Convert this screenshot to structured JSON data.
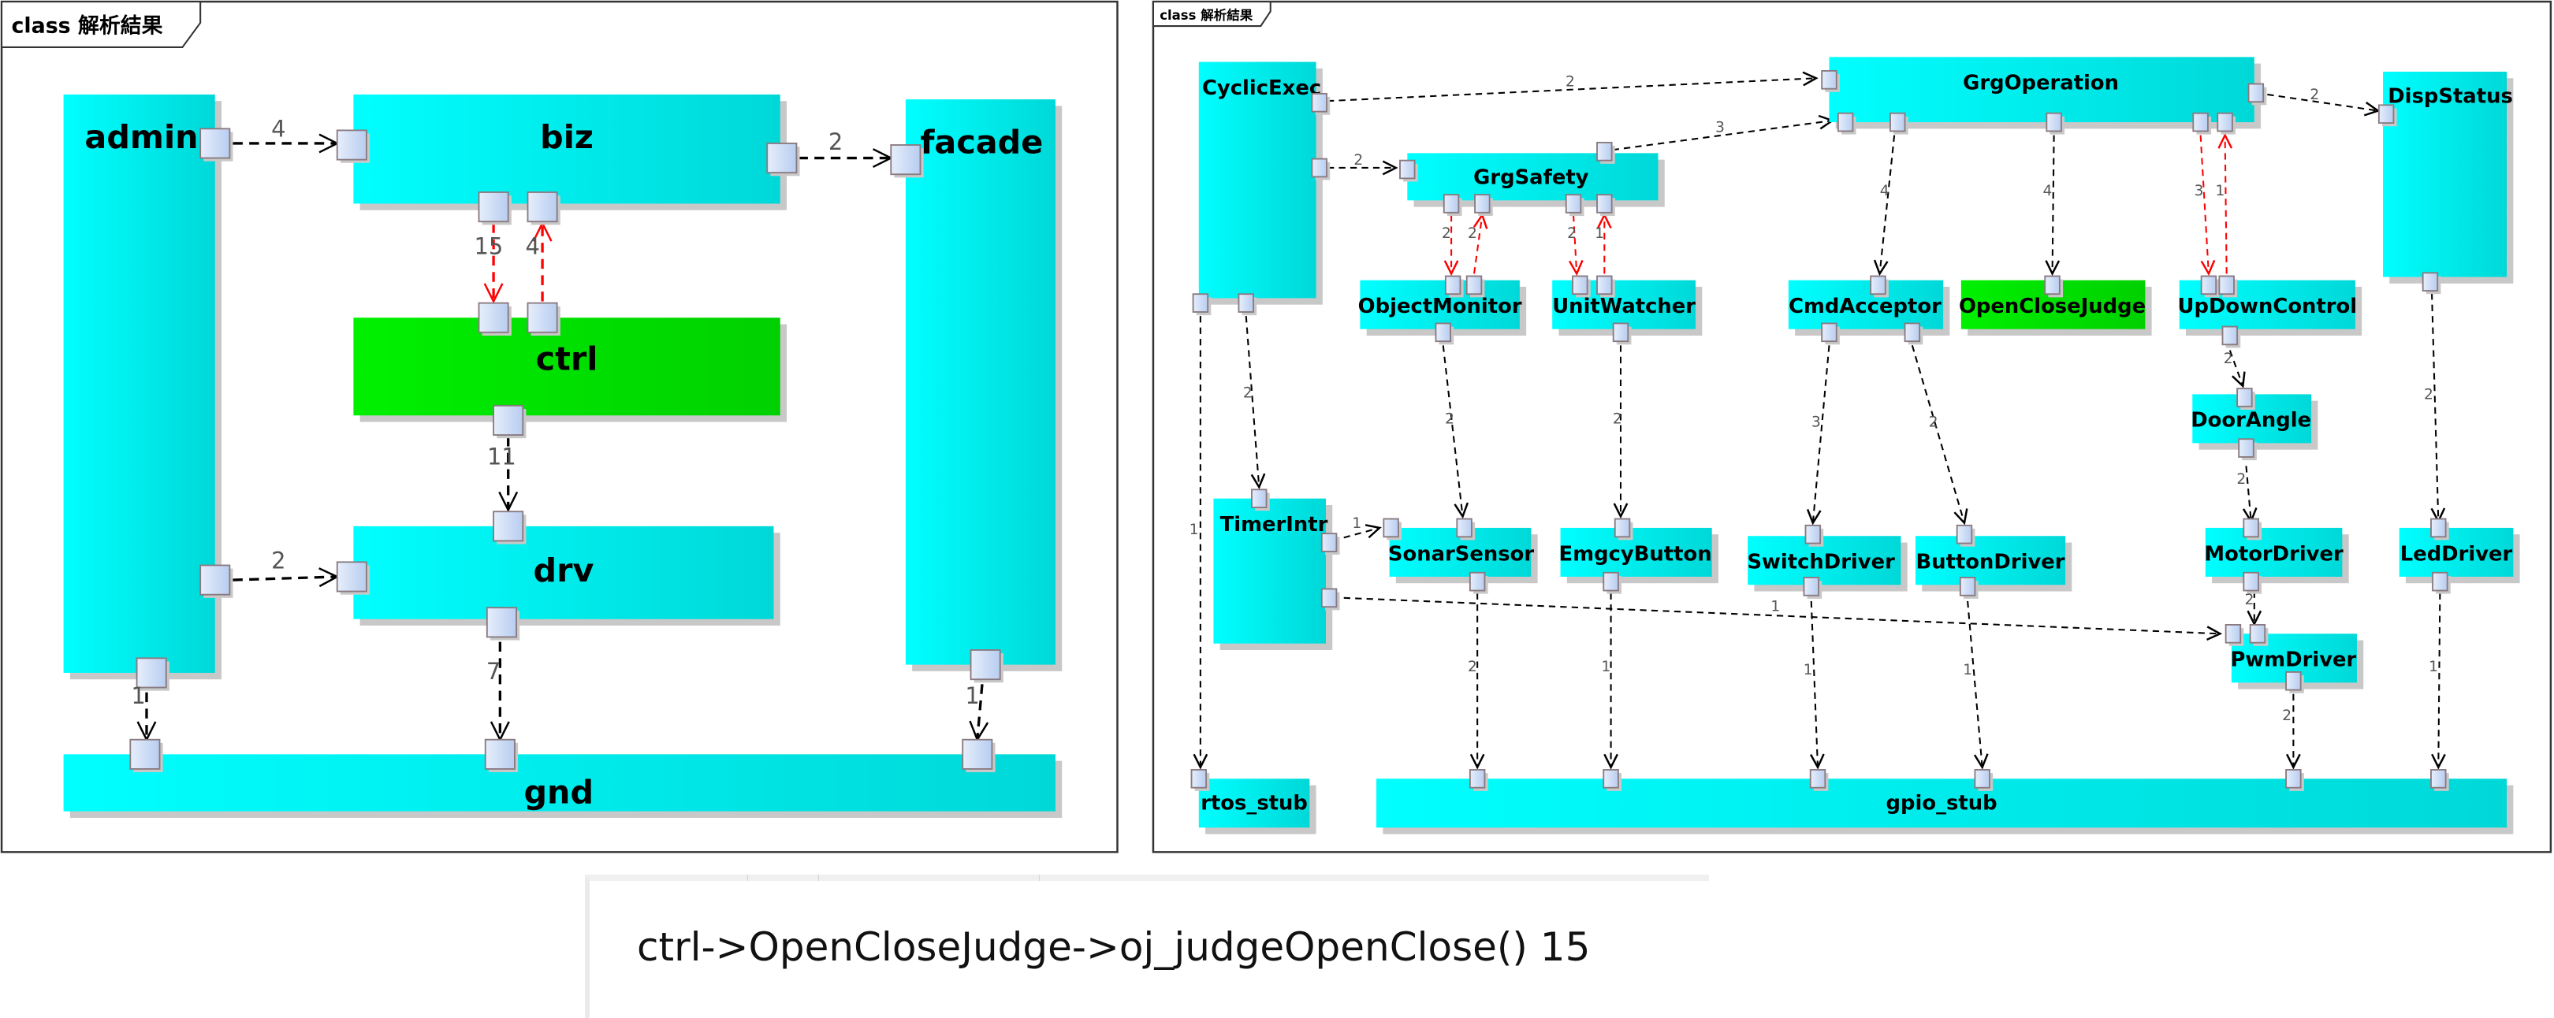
{
  "left_diagram": {
    "title": "class 解析結果",
    "nodes": [
      {
        "id": "admin",
        "label": "admin",
        "fill": "cyan"
      },
      {
        "id": "biz",
        "label": "biz",
        "fill": "cyan"
      },
      {
        "id": "facade",
        "label": "facade",
        "fill": "cyan"
      },
      {
        "id": "ctrl",
        "label": "ctrl",
        "fill": "green"
      },
      {
        "id": "drv",
        "label": "drv",
        "fill": "cyan"
      },
      {
        "id": "gnd",
        "label": "gnd",
        "fill": "cyan"
      }
    ],
    "edges": [
      {
        "from": "admin",
        "to": "biz",
        "label": "4",
        "color": "black"
      },
      {
        "from": "biz",
        "to": "facade",
        "label": "2",
        "color": "black"
      },
      {
        "from": "biz",
        "to": "ctrl",
        "label": "15",
        "color": "red"
      },
      {
        "from": "ctrl",
        "to": "biz",
        "label": "4",
        "color": "red"
      },
      {
        "from": "ctrl",
        "to": "drv",
        "label": "11",
        "color": "black"
      },
      {
        "from": "admin",
        "to": "drv",
        "label": "2",
        "color": "black"
      },
      {
        "from": "admin",
        "to": "gnd",
        "label": "1",
        "color": "black"
      },
      {
        "from": "drv",
        "to": "gnd",
        "label": "7",
        "color": "black"
      },
      {
        "from": "facade",
        "to": "gnd",
        "label": "1",
        "color": "black"
      }
    ]
  },
  "right_diagram": {
    "title": "class 解析結果",
    "nodes": [
      {
        "id": "CyclicExec",
        "label": "CyclicExec",
        "fill": "cyan"
      },
      {
        "id": "GrgOperation",
        "label": "GrgOperation",
        "fill": "cyan"
      },
      {
        "id": "DispStatus",
        "label": "DispStatus",
        "fill": "cyan"
      },
      {
        "id": "GrgSafety",
        "label": "GrgSafety",
        "fill": "cyan"
      },
      {
        "id": "ObjectMonitor",
        "label": "ObjectMonitor",
        "fill": "cyan"
      },
      {
        "id": "UnitWatcher",
        "label": "UnitWatcher",
        "fill": "cyan"
      },
      {
        "id": "CmdAcceptor",
        "label": "CmdAcceptor",
        "fill": "cyan"
      },
      {
        "id": "OpenCloseJudge",
        "label": "OpenCloseJudge",
        "fill": "green"
      },
      {
        "id": "UpDownControl",
        "label": "UpDownControl",
        "fill": "cyan"
      },
      {
        "id": "DoorAngle",
        "label": "DoorAngle",
        "fill": "cyan"
      },
      {
        "id": "TimerIntr",
        "label": "TimerIntr",
        "fill": "cyan"
      },
      {
        "id": "SonarSensor",
        "label": "SonarSensor",
        "fill": "cyan"
      },
      {
        "id": "EmgcyButton",
        "label": "EmgcyButton",
        "fill": "cyan"
      },
      {
        "id": "SwitchDriver",
        "label": "SwitchDriver",
        "fill": "cyan"
      },
      {
        "id": "ButtonDriver",
        "label": "ButtonDriver",
        "fill": "cyan"
      },
      {
        "id": "MotorDriver",
        "label": "MotorDriver",
        "fill": "cyan"
      },
      {
        "id": "LedDriver",
        "label": "LedDriver",
        "fill": "cyan"
      },
      {
        "id": "PwmDriver",
        "label": "PwmDriver",
        "fill": "cyan"
      },
      {
        "id": "rtos_stub",
        "label": "rtos_stub",
        "fill": "cyan"
      },
      {
        "id": "gpio_stub",
        "label": "gpio_stub",
        "fill": "cyan"
      }
    ],
    "edges": [
      {
        "from": "CyclicExec",
        "to": "GrgOperation",
        "label": "2",
        "color": "black"
      },
      {
        "from": "GrgSafety",
        "to": "GrgOperation",
        "label": "3",
        "color": "black"
      },
      {
        "from": "CyclicExec",
        "to": "GrgSafety",
        "label": "2",
        "color": "black"
      },
      {
        "from": "GrgOperation",
        "to": "DispStatus",
        "label": "2",
        "color": "black"
      },
      {
        "from": "GrgSafety",
        "to": "ObjectMonitor",
        "label": "2",
        "color": "red"
      },
      {
        "from": "ObjectMonitor",
        "to": "GrgSafety",
        "label": "2",
        "color": "red"
      },
      {
        "from": "GrgSafety",
        "to": "UnitWatcher",
        "label": "2",
        "color": "red"
      },
      {
        "from": "UnitWatcher",
        "to": "GrgSafety",
        "label": "1",
        "color": "red"
      },
      {
        "from": "GrgOperation",
        "to": "CmdAcceptor",
        "label": "4",
        "color": "black"
      },
      {
        "from": "GrgOperation",
        "to": "OpenCloseJudge",
        "label": "4",
        "color": "black"
      },
      {
        "from": "GrgOperation",
        "to": "UpDownControl",
        "label": "3",
        "color": "red"
      },
      {
        "from": "UpDownControl",
        "to": "GrgOperation",
        "label": "1",
        "color": "red"
      },
      {
        "from": "UpDownControl",
        "to": "DoorAngle",
        "label": "2",
        "color": "black"
      },
      {
        "from": "DoorAngle",
        "to": "MotorDriver",
        "label": "2",
        "color": "black"
      },
      {
        "from": "MotorDriver",
        "to": "PwmDriver",
        "label": "2",
        "color": "black"
      },
      {
        "from": "DispStatus",
        "to": "LedDriver",
        "label": "2",
        "color": "black"
      },
      {
        "from": "CyclicExec",
        "to": "TimerIntr",
        "label": "2",
        "color": "black"
      },
      {
        "from": "CyclicExec",
        "to": "rtos_stub",
        "label": "1",
        "color": "black"
      },
      {
        "from": "TimerIntr",
        "to": "SonarSensor",
        "label": "1",
        "color": "black"
      },
      {
        "from": "TimerIntr",
        "to": "PwmDriver",
        "label": "1",
        "color": "black"
      },
      {
        "from": "ObjectMonitor",
        "to": "SonarSensor",
        "label": "2",
        "color": "black"
      },
      {
        "from": "UnitWatcher",
        "to": "EmgcyButton",
        "label": "2",
        "color": "black"
      },
      {
        "from": "CmdAcceptor",
        "to": "SwitchDriver",
        "label": "3",
        "color": "black"
      },
      {
        "from": "CmdAcceptor",
        "to": "ButtonDriver",
        "label": "2",
        "color": "black"
      },
      {
        "from": "SonarSensor",
        "to": "gpio_stub",
        "label": "2",
        "color": "black"
      },
      {
        "from": "EmgcyButton",
        "to": "gpio_stub",
        "label": "1",
        "color": "black"
      },
      {
        "from": "SwitchDriver",
        "to": "gpio_stub",
        "label": "1",
        "color": "black"
      },
      {
        "from": "ButtonDriver",
        "to": "gpio_stub",
        "label": "1",
        "color": "black"
      },
      {
        "from": "PwmDriver",
        "to": "gpio_stub",
        "label": "2",
        "color": "black"
      },
      {
        "from": "LedDriver",
        "to": "gpio_stub",
        "label": "1",
        "color": "black"
      }
    ]
  },
  "bottom_panel": {
    "text": "ctrl->OpenCloseJudge->oj_judgeOpenClose() 15"
  },
  "colors": {
    "cyan_start": "#00ffff",
    "cyan_end": "#00d8d8",
    "green_start": "#00f000",
    "green_end": "#00d000",
    "dependency_red": "#ff0000",
    "dependency_black": "#000000",
    "port_fill": "#cfe0f5"
  }
}
